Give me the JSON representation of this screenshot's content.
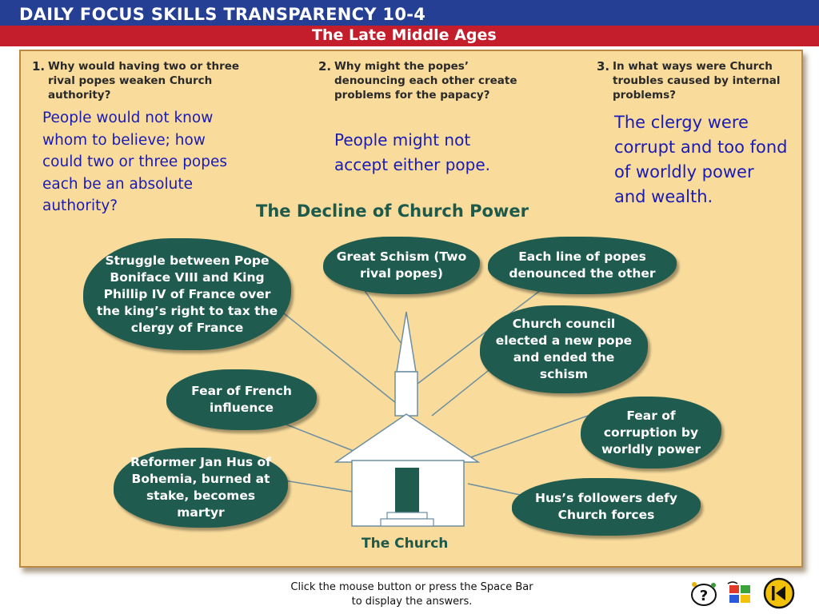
{
  "header": {
    "title": "DAILY FOCUS SKILLS TRANSPARENCY 10-4",
    "subtitle": "The Late Middle Ages"
  },
  "questions": [
    {
      "number": "1.",
      "text": "Why would having two or three rival popes weaken Church authority?",
      "answer": "People would not know whom to believe; how could two or three popes each be an absolute authority?"
    },
    {
      "number": "2.",
      "text": "Why might the popes’ denouncing each other create problems for the papacy?",
      "answer": "People might not accept either pope."
    },
    {
      "number": "3.",
      "text": "In what ways were Church troubles caused by internal problems?",
      "answer": "The clergy were corrupt and too fond of worldly power and wealth."
    }
  ],
  "diagram": {
    "title": "The Decline of Church Power",
    "center_label": "The Church",
    "bubbles": [
      "Struggle between Pope Boniface VIII and King Phillip IV of France over the king’s right to tax the clergy of France",
      "Great Schism (Two rival popes)",
      "Each line of popes denounced the other",
      "Church council elected a new pope and ended the schism",
      "Fear of French influence",
      "Fear of corruption by worldly power",
      "Reformer Jan Hus of Bohemia, burned at stake, becomes martyr",
      "Hus’s followers defy Church forces"
    ]
  },
  "footer": {
    "instruction": "Click the mouse button or press the Space Bar to display the answers."
  },
  "nav": {
    "help_icon": "help-icon",
    "menu_icon": "menu-icon",
    "back_icon": "previous-slide-icon"
  },
  "colors": {
    "title_blue": "#243f93",
    "title_red": "#c41e2c",
    "panel": "#f9dc9c",
    "bubble": "#1f5c4f",
    "answer": "#1a1ab5"
  }
}
